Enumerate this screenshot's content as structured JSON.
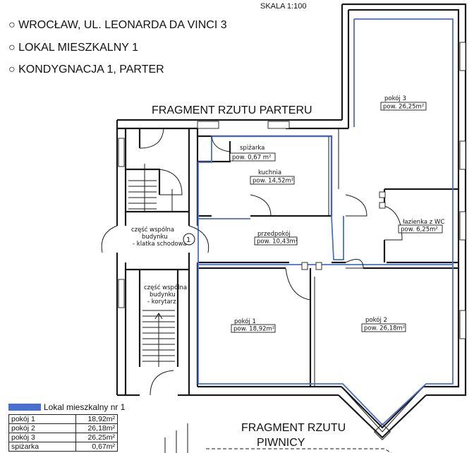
{
  "header": {
    "scale": "SKALA   1:100",
    "address": "WROCŁAW,  UL. LEONARDA DA VINCI 3",
    "unit": "LOKAL MIESZKALNY 1",
    "floor": "KONDYGNACJA 1, PARTER",
    "bullet": "○"
  },
  "plan": {
    "title_ground": "FRAGMENT RZUTU PARTERU",
    "title_basement_line1": "FRAGMENT RZUTU",
    "title_basement_line2": "PIWNICY",
    "common_stair": [
      "część wspólna",
      "budynku",
      "- klatka schodowa"
    ],
    "common_stair_number": "1",
    "common_corridor": [
      "część wspólna",
      "budynku",
      "- korytarz"
    ],
    "rooms": [
      {
        "name": "pokój 3",
        "area": "pow. 26,25m²"
      },
      {
        "name": "spiżarka",
        "area": "pow. 0,67 m²"
      },
      {
        "name": "kuchnia",
        "area": "pow. 14,52m²"
      },
      {
        "name": "łazienka z WC",
        "area": "pow. 6,25m²"
      },
      {
        "name": "przedpokój",
        "area": "pow. 10,43m²"
      },
      {
        "name": "pokój 1",
        "area": "pow. 18,92m²"
      },
      {
        "name": "pokój 2",
        "area": "pow. 26,18m²"
      }
    ]
  },
  "legend": {
    "title": "Lokal mieszkalny nr 1",
    "color": "#4a6fcf",
    "rows": [
      {
        "room": "pokój 1",
        "area": "18,92m²"
      },
      {
        "room": "pokój 2",
        "area": "26,18m²"
      },
      {
        "room": "pokój 3",
        "area": "26,25m²"
      },
      {
        "room": "spiżarka",
        "area": "0,67m²"
      }
    ]
  }
}
